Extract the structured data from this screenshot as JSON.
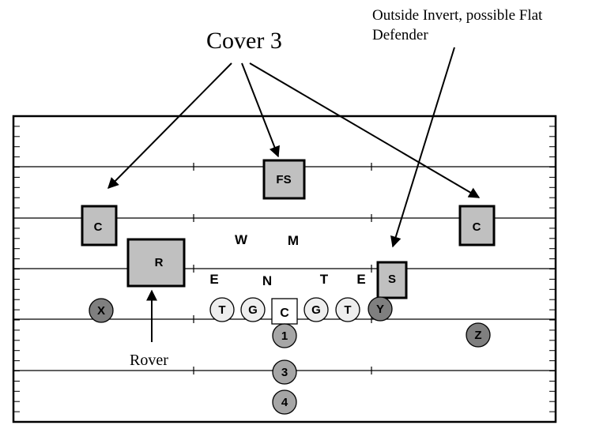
{
  "annotations": {
    "cover3": "Cover 3",
    "invert_line1": "Outside Invert,  possible Flat",
    "invert_line2": "Defender",
    "rover": "Rover"
  },
  "defense": {
    "fs": "FS",
    "corner_left": "C",
    "corner_right": "C",
    "rover": "R",
    "strong_safety": "S",
    "will": "W",
    "mike": "M",
    "end_left": "E",
    "nose": "N",
    "tackle": "T",
    "end_right": "E"
  },
  "offense": {
    "x": "X",
    "tackle_left": "T",
    "guard_left": "G",
    "center": "C",
    "guard_right": "G",
    "tackle_right": "T",
    "y": "Y",
    "z": "Z",
    "back_1": "1",
    "back_3": "3",
    "back_4": "4"
  },
  "colors": {
    "line": "#000000",
    "defender_fill": "#c0c0c0",
    "lineman_fill": "#eeeeee",
    "skill_fill": "#7f7f7f",
    "back_fill": "#a6a6a6",
    "center_fill": "#ffffff"
  }
}
